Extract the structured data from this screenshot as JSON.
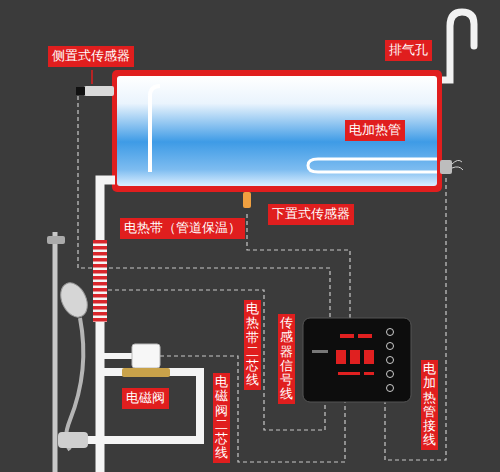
{
  "diagram": {
    "nodes": [
      {
        "text": [
          "侧置式传感器"
        ]
      },
      {
        "text": [
          "排气孔"
        ]
      },
      {
        "text": [
          "电加热管"
        ]
      },
      {
        "text": [
          "下置式传感器"
        ]
      },
      {
        "text": [
          "电热带（管道保温）"
        ]
      },
      {
        "text": [
          "电热带二芯线"
        ]
      },
      {
        "text": [
          "传感器信号线"
        ]
      },
      {
        "text": [
          "电磁阀"
        ]
      },
      {
        "text": [
          "电磁阀二芯线"
        ]
      },
      {
        "text": [
          "电加热管接线"
        ]
      }
    ]
  }
}
